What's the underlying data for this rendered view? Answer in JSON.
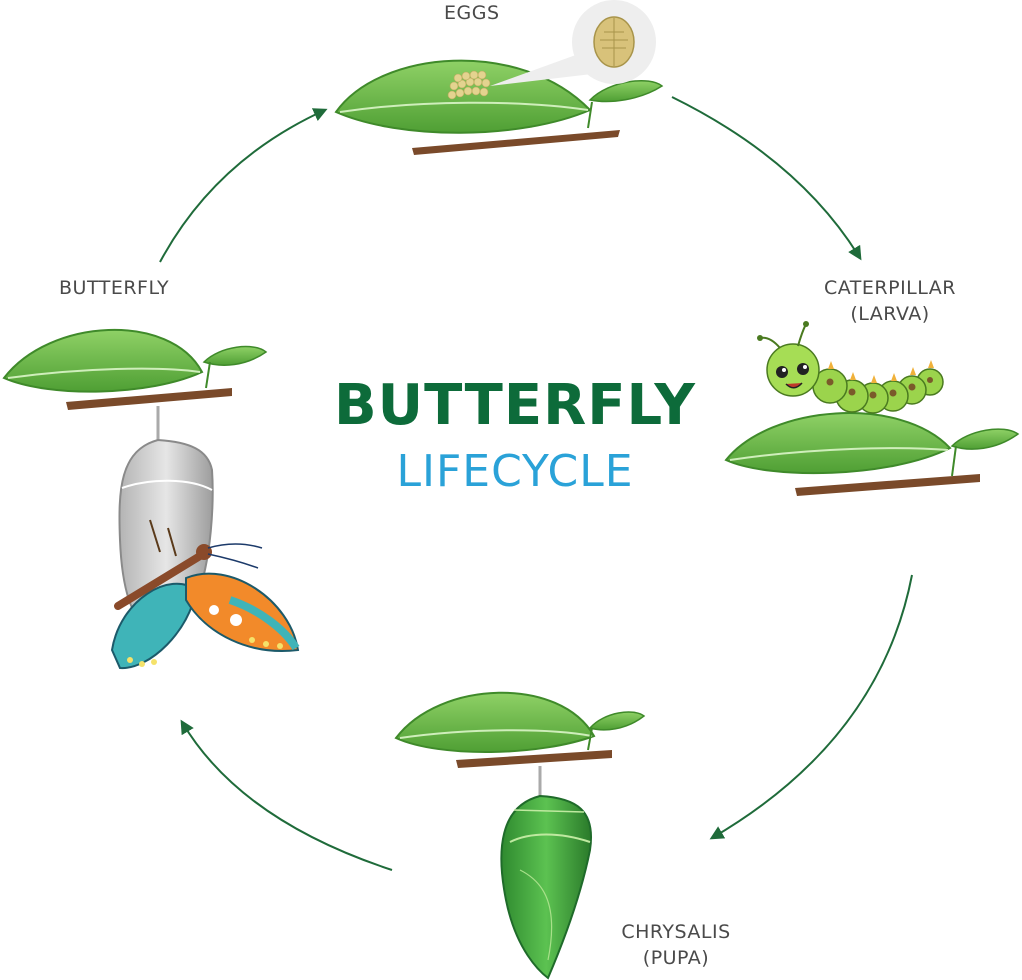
{
  "title": {
    "main": "BUTTERFLY",
    "sub": "LIFECYCLE"
  },
  "stages": {
    "eggs": {
      "label": "EGGS"
    },
    "caterpillar": {
      "line1": "CATERPILLAR",
      "line2": "(LARVA)"
    },
    "chrysalis": {
      "line1": "CHRYSALIS",
      "line2": "(PUPA)"
    },
    "butterfly": {
      "label": "BUTTERFLY"
    }
  },
  "colors": {
    "title_main": "#0d6b3a",
    "title_sub": "#2aa2d8",
    "arrow": "#1f6b3a",
    "leaf": "#6cbf4a",
    "leaf_light": "#a7dc7f",
    "branch": "#7a4a2a",
    "pupa": "#3e9c3a",
    "shell": "#c9c9c9"
  },
  "icons": {
    "eggs": "egg-cluster-on-leaf-icon",
    "caterpillar": "caterpillar-on-leaf-icon",
    "chrysalis": "green-chrysalis-icon",
    "butterfly": "butterfly-emerging-icon"
  }
}
